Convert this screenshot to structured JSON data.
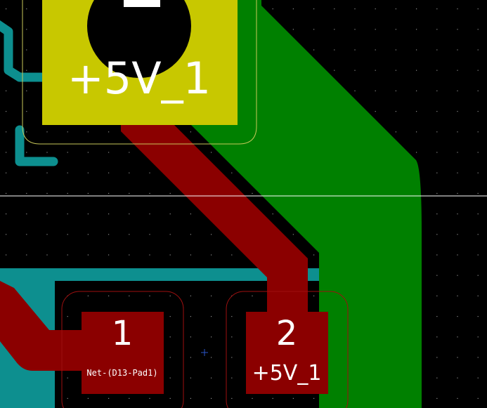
{
  "view": {
    "app": "PCB editor canvas",
    "colors": {
      "background": "#000000",
      "grid_dot": "#8a8a8a",
      "copper_front": "#8b0000",
      "copper_back": "#008000",
      "silkscreen": "#0d8f8f",
      "pad_selected": "#c8c800",
      "courtyard_outline": "#c8c85a",
      "pad_clearance": "#9e1010",
      "crosshair": "#ffffff",
      "anchor_marker": "#2a55c8"
    }
  },
  "top_pad": {
    "net_label": "+5V_1",
    "glyph_fragment": "-"
  },
  "pads": [
    {
      "number": "1",
      "net_label": "Net-(D13-Pad1)"
    },
    {
      "number": "2",
      "net_label": "+5V_1"
    }
  ]
}
